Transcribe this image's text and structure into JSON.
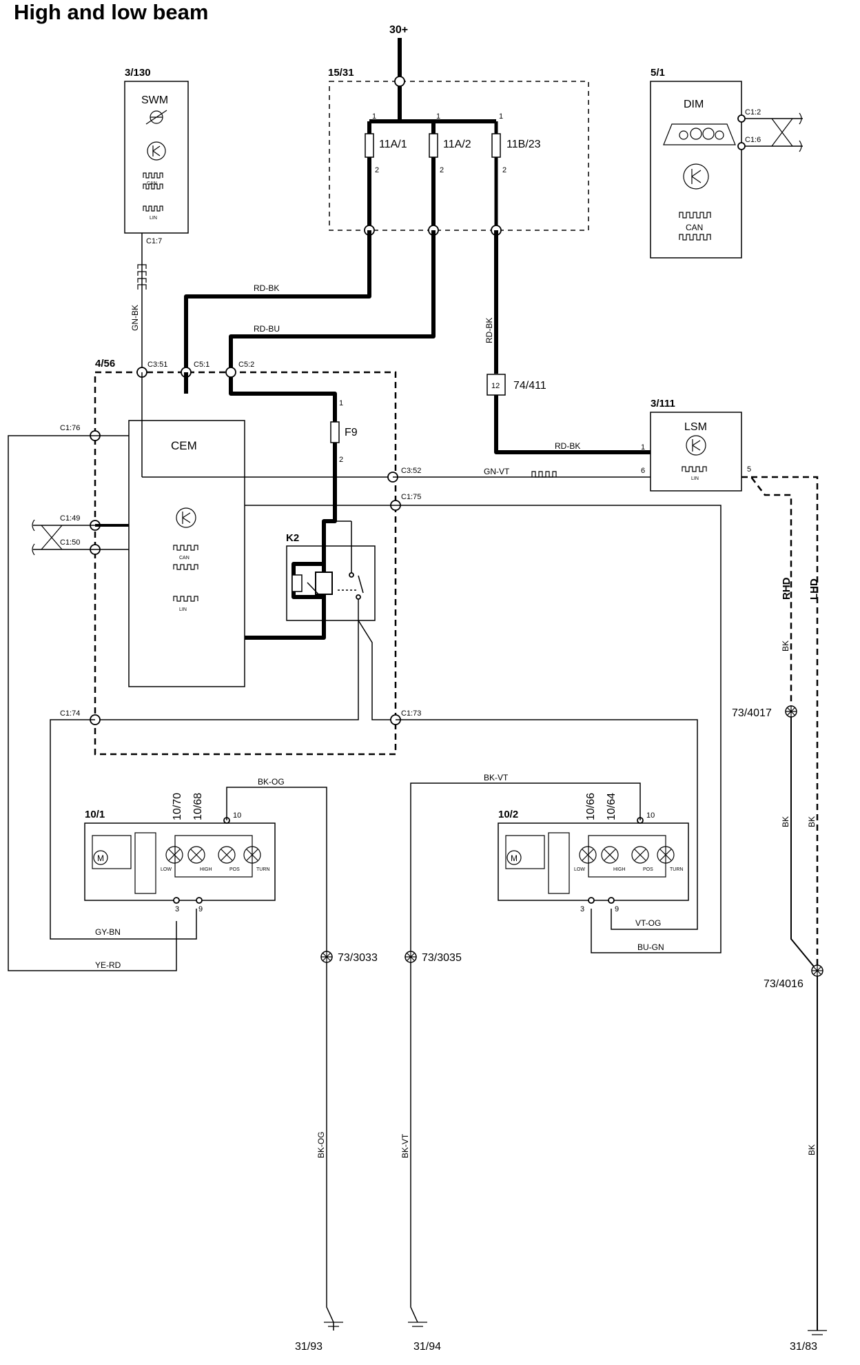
{
  "title": "High and low beam",
  "supply": "30+",
  "modules": {
    "swm": {
      "id": "3/130",
      "name": "SWM",
      "connector": "C1:7",
      "can": "CAN",
      "lin": "LIN"
    },
    "fusebox": {
      "id": "15/31",
      "fuses": [
        "11A/1",
        "11A/2",
        "11B/23"
      ],
      "pin_in": "1",
      "pin_out": "2"
    },
    "dim": {
      "id": "5/1",
      "name": "DIM",
      "c1": "C1:2",
      "c2": "C1:6",
      "can": "CAN"
    },
    "cem": {
      "id": "4/56",
      "name": "CEM",
      "can": "CAN",
      "lin": "LIN",
      "connectors": {
        "c3_51": "C3:51",
        "c5_1": "C5:1",
        "c5_2": "C5:2",
        "c1_76": "C1:76",
        "c1_49": "C1:49",
        "c1_50": "C1:50",
        "c3_52": "C3:52",
        "c1_75": "C1:75",
        "c1_74": "C1:74",
        "c1_73": "C1:73"
      }
    },
    "fuse_f9": {
      "name": "F9",
      "pin1": "1",
      "pin2": "2"
    },
    "relay": {
      "name": "K2"
    },
    "lsm": {
      "id": "3/111",
      "name": "LSM",
      "lin": "LIN",
      "pin1": "1",
      "pin6": "6",
      "pin5": "5"
    },
    "connector": {
      "id": "74/411",
      "pin": "12"
    },
    "headlamp_left": {
      "id": "10/1",
      "bulbs": [
        "10/70",
        "10/68"
      ],
      "pins": {
        "p10": "10",
        "p3": "3",
        "p9": "9"
      },
      "motor": "M",
      "lamps": [
        "LOW",
        "HIGH",
        "POS",
        "TURN"
      ]
    },
    "headlamp_right": {
      "id": "10/2",
      "bulbs": [
        "10/66",
        "10/64"
      ],
      "pins": {
        "p10": "10",
        "p3": "3",
        "p9": "9"
      },
      "motor": "M",
      "lamps": [
        "LOW",
        "HIGH",
        "POS",
        "TURN"
      ]
    }
  },
  "wires": {
    "rd_bk_1": "RD-BK",
    "rd_bu": "RD-BU",
    "rd_bk_2": "RD-BK",
    "rd_bk_3": "RD-BK",
    "gn_bk": "GN-BK",
    "gn_vt": "GN-VT",
    "bk_og_1": "BK-OG",
    "bk_vt_1": "BK-VT",
    "gy_bn": "GY-BN",
    "ye_rd": "YE-RD",
    "vt_og": "VT-OG",
    "bu_gn": "BU-GN",
    "rhd": "RHD",
    "lhd": "LHD",
    "bk_1": "BK",
    "bk_2": "BK",
    "bk_3": "BK",
    "bk_4": "BK",
    "bk_og_2": "BK-OG",
    "bk_vt_2": "BK-VT"
  },
  "splices": [
    "73/4017",
    "73/3033",
    "73/3035",
    "73/4016"
  ],
  "grounds": [
    "31/93",
    "31/94",
    "31/83"
  ]
}
